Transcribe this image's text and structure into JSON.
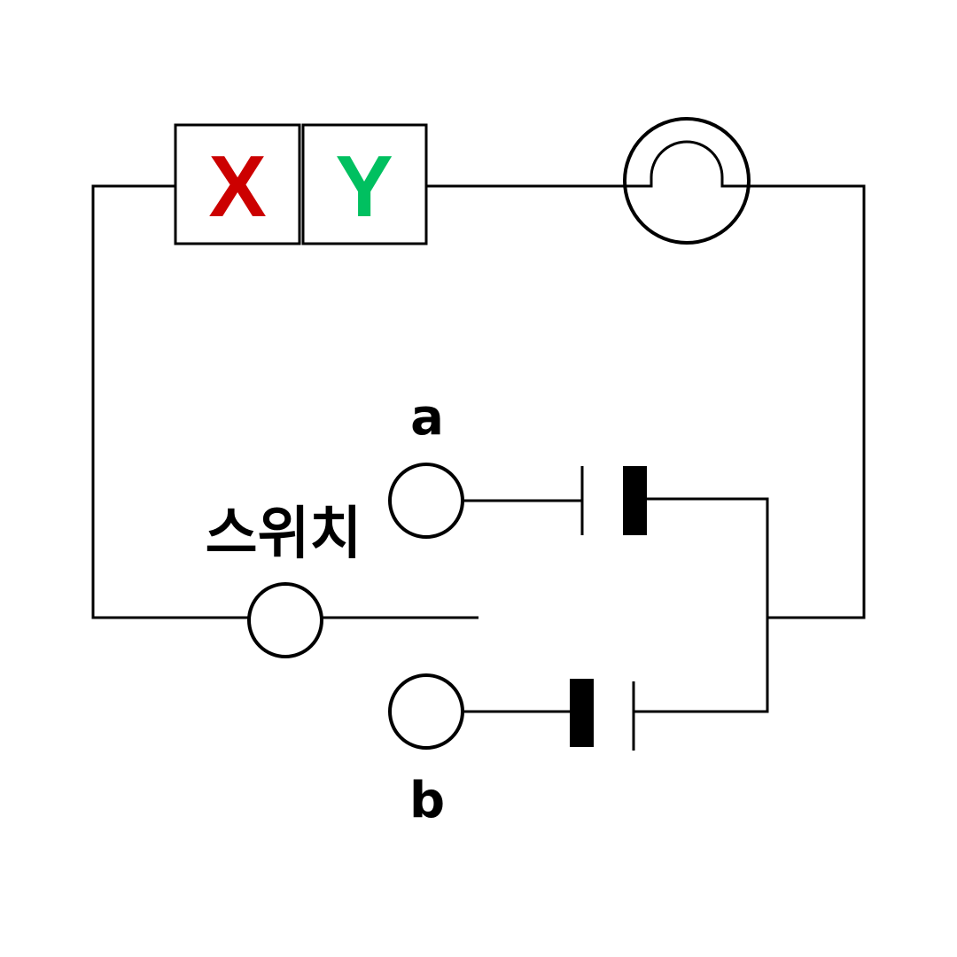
{
  "component": {
    "left_label": "X",
    "right_label": "Y",
    "left_color": "#cc0000",
    "right_color": "#00c060"
  },
  "switch": {
    "label": "스위치"
  },
  "terminals": {
    "a_label": "a",
    "b_label": "b"
  },
  "icons": {
    "lamp": "bulb-icon",
    "cell": "battery-cell-icon",
    "switch_pivot": "switch-terminal-icon"
  }
}
